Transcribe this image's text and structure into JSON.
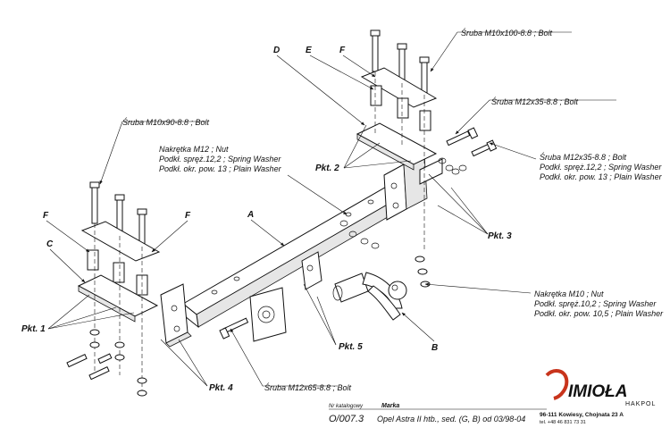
{
  "letters": {
    "A": "A",
    "B": "B",
    "C": "C",
    "D": "D",
    "E": "E",
    "F1": "F",
    "F2": "F",
    "F3": "F"
  },
  "labels": {
    "bolt_top": "Śruba M10x100-8.8 ;  Bolt",
    "bolt_right_top": "Śruba M12x35-8.8 ;  Bolt",
    "bolt_right": [
      "Śruba M12x35-8.8 ;  Bolt",
      "Podkł. spręż.12,2 ; Spring Washer",
      "Podkł. okr. pow. 13 ; Plain Washer"
    ],
    "bolt_left": "Śruba M10x90-8.8 ;  Bolt",
    "nut_mid": [
      "Nakrętka  M12 ; Nut",
      "Podkł. spręż.12,2 ; Spring Washer",
      "Podkł. okr. pow. 13 ; Plain Washer"
    ],
    "nut_right": [
      "Nakrętka  M10 ; Nut",
      "Podkł. spręż.10,2 ; Spring Washer",
      "Podkł. okr. pow. 10,5 ; Plain Washer"
    ],
    "bolt_bottom": "Śruba M12x65-8.8 ;  Bolt"
  },
  "points": {
    "pkt1": "Pkt. 1",
    "pkt2": "Pkt. 2",
    "pkt3": "Pkt. 3",
    "pkt4": "Pkt. 4",
    "pkt5": "Pkt. 5"
  },
  "footer": {
    "catalog_label": "Nr katalogowy",
    "brand_label": "Marka",
    "catalog_no": "O/007.3",
    "description": "Opel Astra II htb., sed. (G, B)  od  03/98-04",
    "logo": "IMIOŁA",
    "logo_sub": "HAKPOL",
    "address": "96-111 Kowiesy, Chojnata 23 A",
    "phone": "tel. +48 46 831 73 31"
  },
  "colors": {
    "logo": "#c8341c",
    "ink": "#111111"
  }
}
